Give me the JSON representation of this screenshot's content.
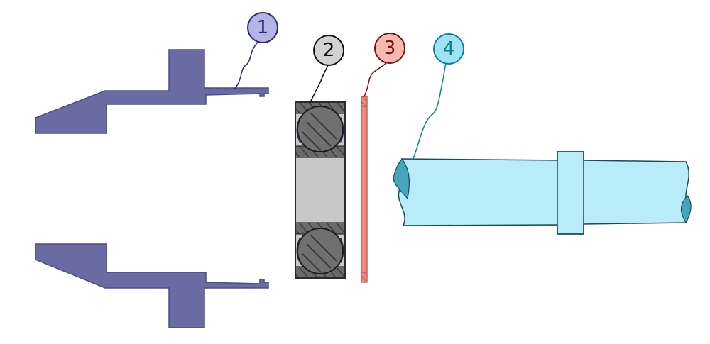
{
  "colors": {
    "housing": "#6b6ba4",
    "housing_stroke": "#4c4c86",
    "bearing_outer": "#5b5b5b",
    "bearing_ring_fill": "#c8c8c8",
    "bearing_ball": "#707070",
    "bearing_cage": "#5a55b5",
    "washer": "#f08a80",
    "washer_stroke": "#b24a40",
    "shaft": "#b7ecf8",
    "shaft_stroke": "#1c4a55",
    "shaft_end": "#44a6bd"
  },
  "callouts": [
    {
      "label": "1",
      "part": "housing",
      "fill": "#b4b4e6",
      "stroke": "#2a2a7a",
      "text_color": "#2a2a7a"
    },
    {
      "label": "2",
      "part": "bearing",
      "fill": "#d2d2d2",
      "stroke": "#111111",
      "text_color": "#111111"
    },
    {
      "label": "3",
      "part": "washer",
      "fill": "#f6b9b2",
      "stroke": "#7a1010",
      "text_color": "#7a1010"
    },
    {
      "label": "4",
      "part": "shaft",
      "fill": "#9fe3f5",
      "stroke": "#0e7f99",
      "text_color": "#0e7f99"
    }
  ]
}
